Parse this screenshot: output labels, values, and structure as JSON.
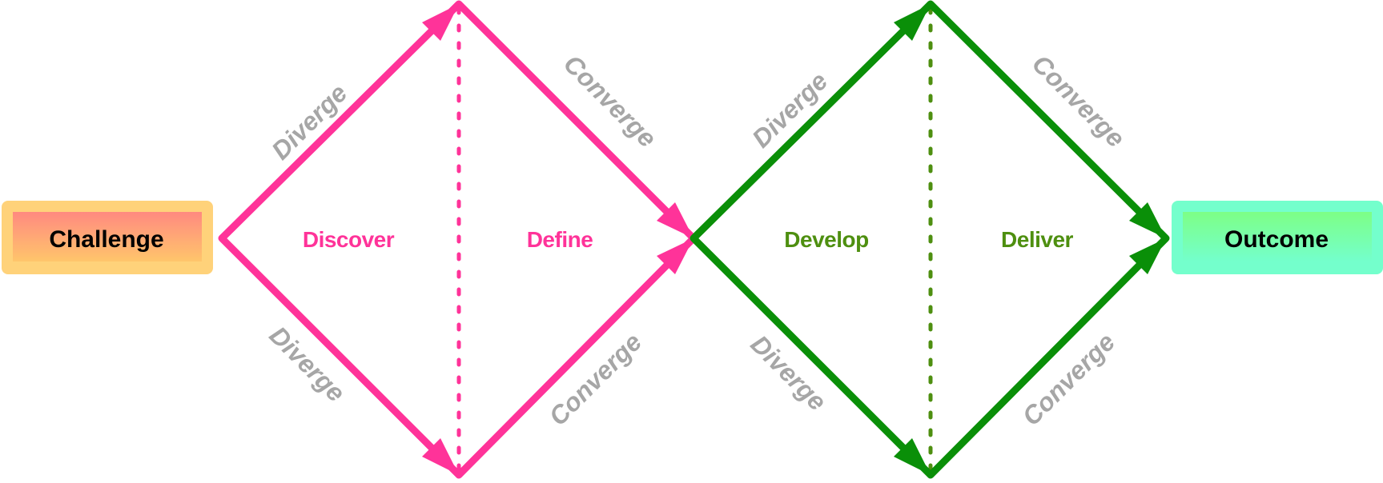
{
  "colors": {
    "discover_define": "#ff3399",
    "develop_deliver": "#0a8f08",
    "phase_text_green": "#4e8f10",
    "edge_text": "#a6a6a6",
    "challenge_outer": "#ffd27a",
    "challenge_inner_top": "#ff8a80",
    "challenge_inner_bottom": "#ffc56b",
    "outcome_outer": "#74ffcc",
    "outcome_inner_top": "#7dff86",
    "outcome_inner_bottom": "#74ffcc"
  },
  "nodes": {
    "challenge": "Challenge",
    "outcome": "Outcome"
  },
  "phases": {
    "discover": "Discover",
    "define": "Define",
    "develop": "Develop",
    "deliver": "Deliver"
  },
  "edges": {
    "d1_upper_left": "Diverge",
    "d1_lower_left": "Diverge",
    "d1_upper_right": "Converge",
    "d1_lower_right": "Converge",
    "d2_upper_left": "Diverge",
    "d2_lower_left": "Diverge",
    "d2_upper_right": "Converge",
    "d2_lower_right": "Converge"
  }
}
